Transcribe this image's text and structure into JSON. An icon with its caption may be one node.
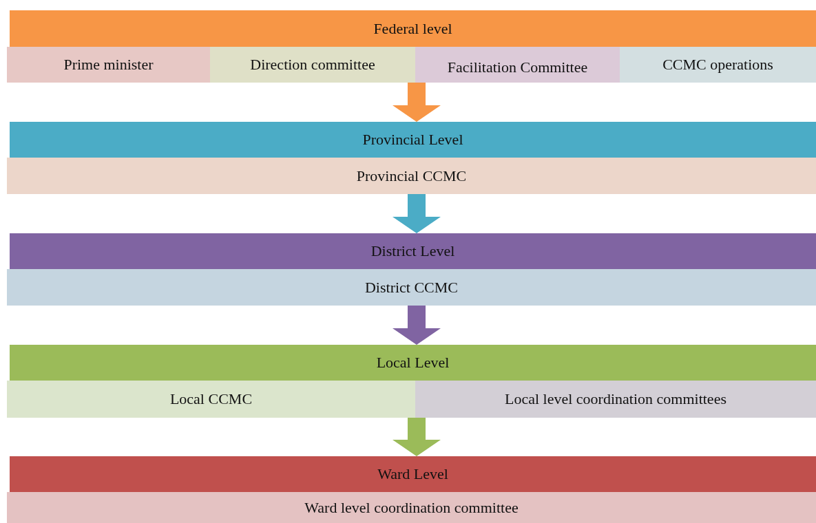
{
  "diagram": {
    "nodes": [
      {
        "text": [
          "Federal level"
        ]
      },
      {
        "text": [
          "Prime minister"
        ]
      },
      {
        "text": [
          "Direction committee"
        ]
      },
      {
        "text": [
          "Facilitation Committee"
        ]
      },
      {
        "text": [
          "CCMC operations"
        ]
      },
      {
        "text": [
          "Provincial Level"
        ]
      },
      {
        "text": [
          "Provincial CCMC"
        ]
      },
      {
        "text": [
          "District Level"
        ]
      },
      {
        "text": [
          "District CCMC"
        ]
      },
      {
        "text": [
          "Local Level"
        ]
      },
      {
        "text": [
          "Local CCMC"
        ]
      },
      {
        "text": [
          "Local level coordination committees"
        ]
      },
      {
        "text": [
          "Ward Level"
        ]
      },
      {
        "text": [
          "Ward level coordination committee"
        ]
      }
    ],
    "edges": [
      {
        "from": 3,
        "to": 5,
        "arrow": "to",
        "color": "#f79646"
      },
      {
        "from": 6,
        "to": 7,
        "arrow": "to",
        "color": "#4bacc6"
      },
      {
        "from": 8,
        "to": 9,
        "arrow": "to",
        "color": "#8064a2"
      },
      {
        "from": 11,
        "to": 12,
        "arrow": "to",
        "color": "#9bbb59"
      }
    ]
  }
}
